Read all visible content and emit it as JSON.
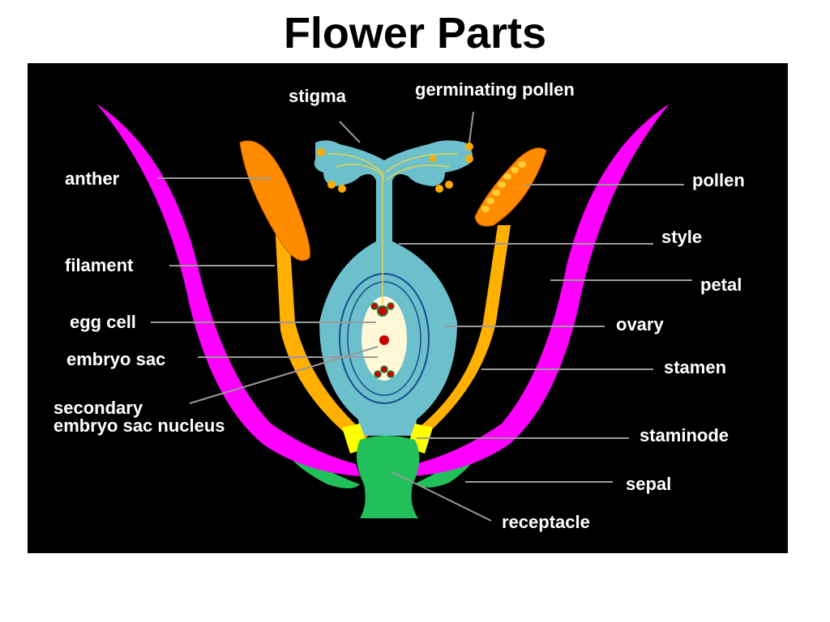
{
  "title": "Flower Parts",
  "colors": {
    "background": "#000000",
    "petal": "#ff00ff",
    "anther": "#ff8c00",
    "filament": "#ffb000",
    "pistil": "#6cc0cc",
    "embryo_sac": "#fff8d8",
    "receptacle": "#22c05a",
    "staminode": "#ffff00",
    "egg_nucleus": "#cc0000",
    "pollen_tube": "#e6d24a",
    "leader_line": "#9a9a9a"
  },
  "labels": {
    "stigma": "stigma",
    "germinating_pollen": "germinating pollen",
    "anther": "anther",
    "pollen": "pollen",
    "style": "style",
    "filament": "filament",
    "petal": "petal",
    "egg_cell": "egg cell",
    "ovary": "ovary",
    "embryo_sac": "embryo sac",
    "stamen": "stamen",
    "secondary_line1": "secondary",
    "secondary_line2": "embryo sac nucleus",
    "staminode": "staminode",
    "sepal": "sepal",
    "receptacle": "receptacle"
  }
}
